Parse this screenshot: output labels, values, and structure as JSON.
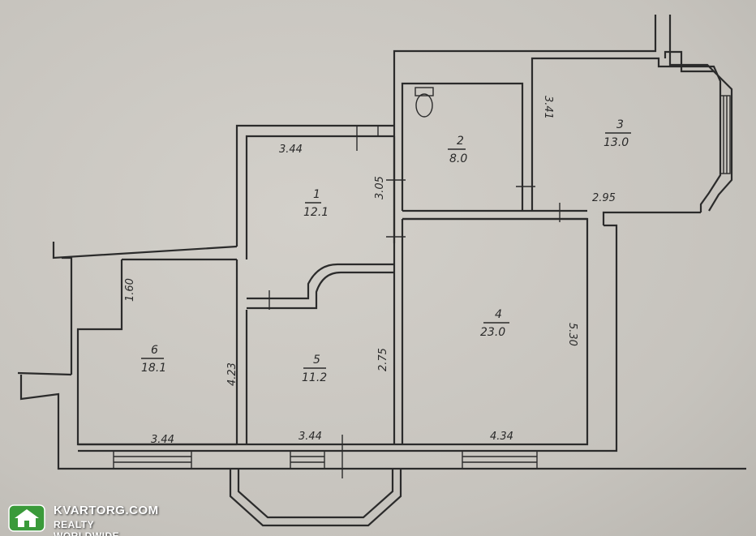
{
  "plan": {
    "rooms": [
      {
        "number": "1",
        "area": "12.1"
      },
      {
        "number": "2",
        "area": "8.0"
      },
      {
        "number": "3",
        "area": "13.0"
      },
      {
        "number": "4",
        "area": "23.0"
      },
      {
        "number": "5",
        "area": "11.2"
      },
      {
        "number": "6",
        "area": "18.1"
      }
    ],
    "dimensions": [
      "3.44",
      "3.05",
      "3.41",
      "2.95",
      "5.30",
      "4.34",
      "3.44",
      "3.44",
      "2.75",
      "4.23",
      "1.60"
    ]
  },
  "watermark": {
    "brand": "KVARTORG.COM",
    "tagline": "REALTY WORLDWIDE",
    "colors": {
      "badge": "#3a9a3a",
      "text": "#ffffff"
    }
  }
}
